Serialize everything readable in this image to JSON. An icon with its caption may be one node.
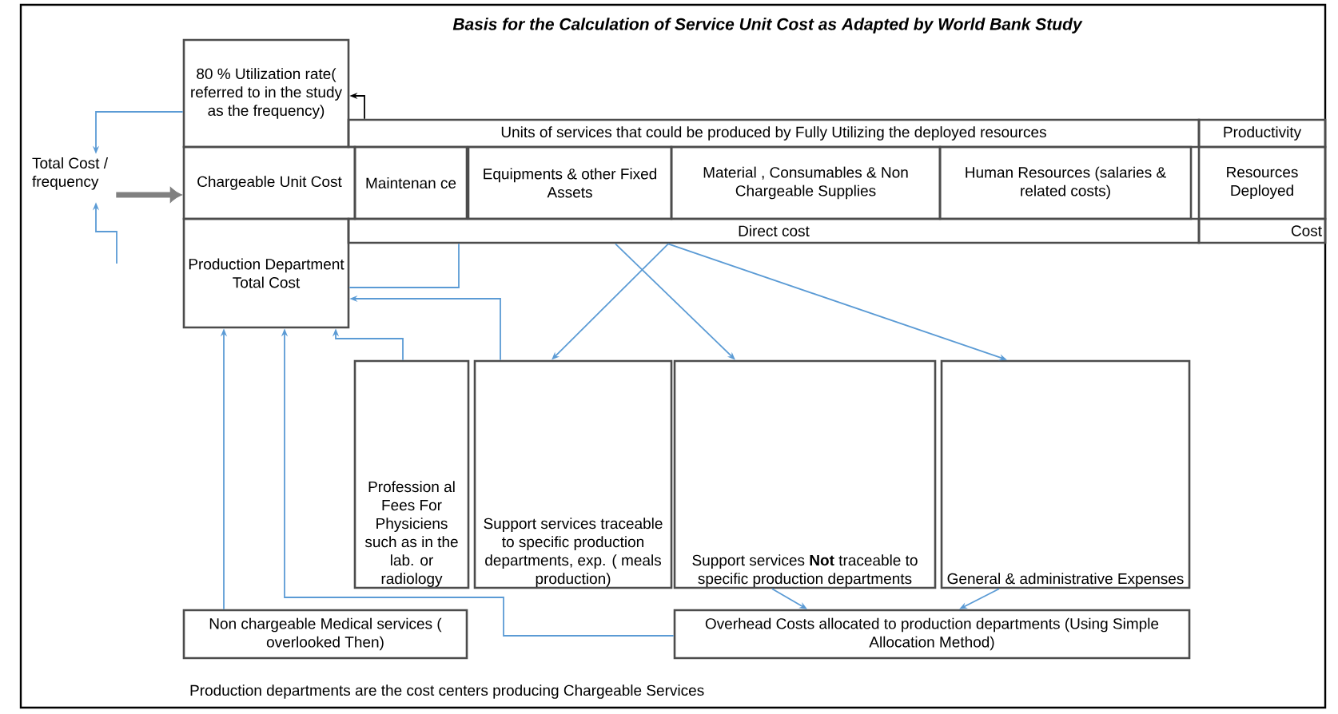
{
  "diagram": {
    "title": "Basis for the Calculation of Service Unit Cost as Adapted by World Bank Study",
    "nodes": [
      {
        "text": [
          "80 % Utilization rate( referred to in the study as the frequency)"
        ]
      },
      {
        "text": [
          "Total Cost / frequency"
        ]
      },
      {
        "text": [
          "Units of services that could be produced by Fully Utilizing the deployed resources"
        ]
      },
      {
        "text": [
          "Productivity"
        ]
      },
      {
        "text": [
          "Chargeable Unit Cost"
        ]
      },
      {
        "text": [
          "Maintenan ce"
        ]
      },
      {
        "text": [
          "Equipments & other Fixed Assets"
        ]
      },
      {
        "text": [
          "Material , Consumables & Non Chargeable Supplies"
        ]
      },
      {
        "text": [
          "Human Resources (salaries & related costs)"
        ]
      },
      {
        "text": [
          "Resources Deployed"
        ]
      },
      {
        "text": [
          "Direct cost"
        ]
      },
      {
        "text": [
          "Cost"
        ]
      },
      {
        "text": [
          "Production Department Total Cost"
        ]
      },
      {
        "text": [
          "Profession al Fees For Physiciens such as in the lab. or radiology"
        ]
      },
      {
        "text": [
          "Support services traceable to specific production departments, exp. ( meals production)"
        ]
      },
      {
        "text": [
          "Support services **Not** traceable to specific production departments"
        ]
      },
      {
        "text": [
          "General & administrative Expenses"
        ]
      },
      {
        "text": [
          "Non chargeable Medical services ( overlooked Then)"
        ]
      },
      {
        "text": [
          "Overhead Costs allocated to production departments (Using Simple Allocation Method)"
        ]
      }
    ],
    "edges": [
      {
        "from": 2,
        "to": 0,
        "arrow": "to",
        "color": "#000000"
      },
      {
        "from": 0,
        "to": 1,
        "arrow": "to"
      },
      {
        "from": 1,
        "to": 4,
        "arrow": "to",
        "style": "thick",
        "color": "#808080"
      },
      {
        "from": null,
        "to": 1,
        "arrow": "to"
      },
      {
        "from": 10,
        "to": 12,
        "arrow": "none"
      },
      {
        "from": 14,
        "to": 12,
        "arrow": "to"
      },
      {
        "from": 13,
        "to": 12,
        "arrow": "to"
      },
      {
        "from": 10,
        "to": 14,
        "arrow": "to"
      },
      {
        "from": 10,
        "to": 15,
        "arrow": "to"
      },
      {
        "from": 10,
        "to": 16,
        "arrow": "to"
      },
      {
        "from": 17,
        "to": 12,
        "arrow": "to"
      },
      {
        "from": 18,
        "to": 12,
        "arrow": "to"
      },
      {
        "from": 15,
        "to": 18,
        "arrow": "to"
      },
      {
        "from": 16,
        "to": 18,
        "arrow": "to"
      }
    ],
    "labels": [
      "Production departments are the cost centers producing Chargeable Services"
    ]
  }
}
